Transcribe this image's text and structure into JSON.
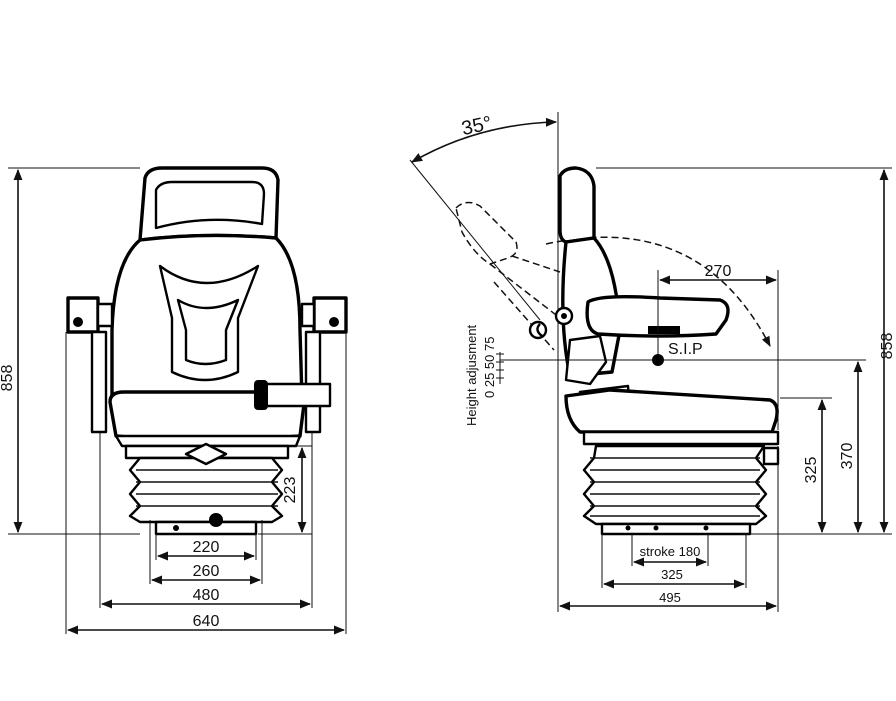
{
  "front_view": {
    "height_total": "858",
    "height_suspension": "223",
    "width_220": "220",
    "width_260": "260",
    "width_480": "480",
    "width_640": "640"
  },
  "side_view": {
    "angle": "35°",
    "height_adjustment_label": "Height adjusment",
    "height_adjustment_steps": "0 25 50 75",
    "sip_label": "S.I.P",
    "dim_270": "270",
    "height_total": "858",
    "height_370": "370",
    "height_325": "325",
    "stroke_label": "stroke 180",
    "depth_325": "325",
    "depth_495": "495"
  }
}
